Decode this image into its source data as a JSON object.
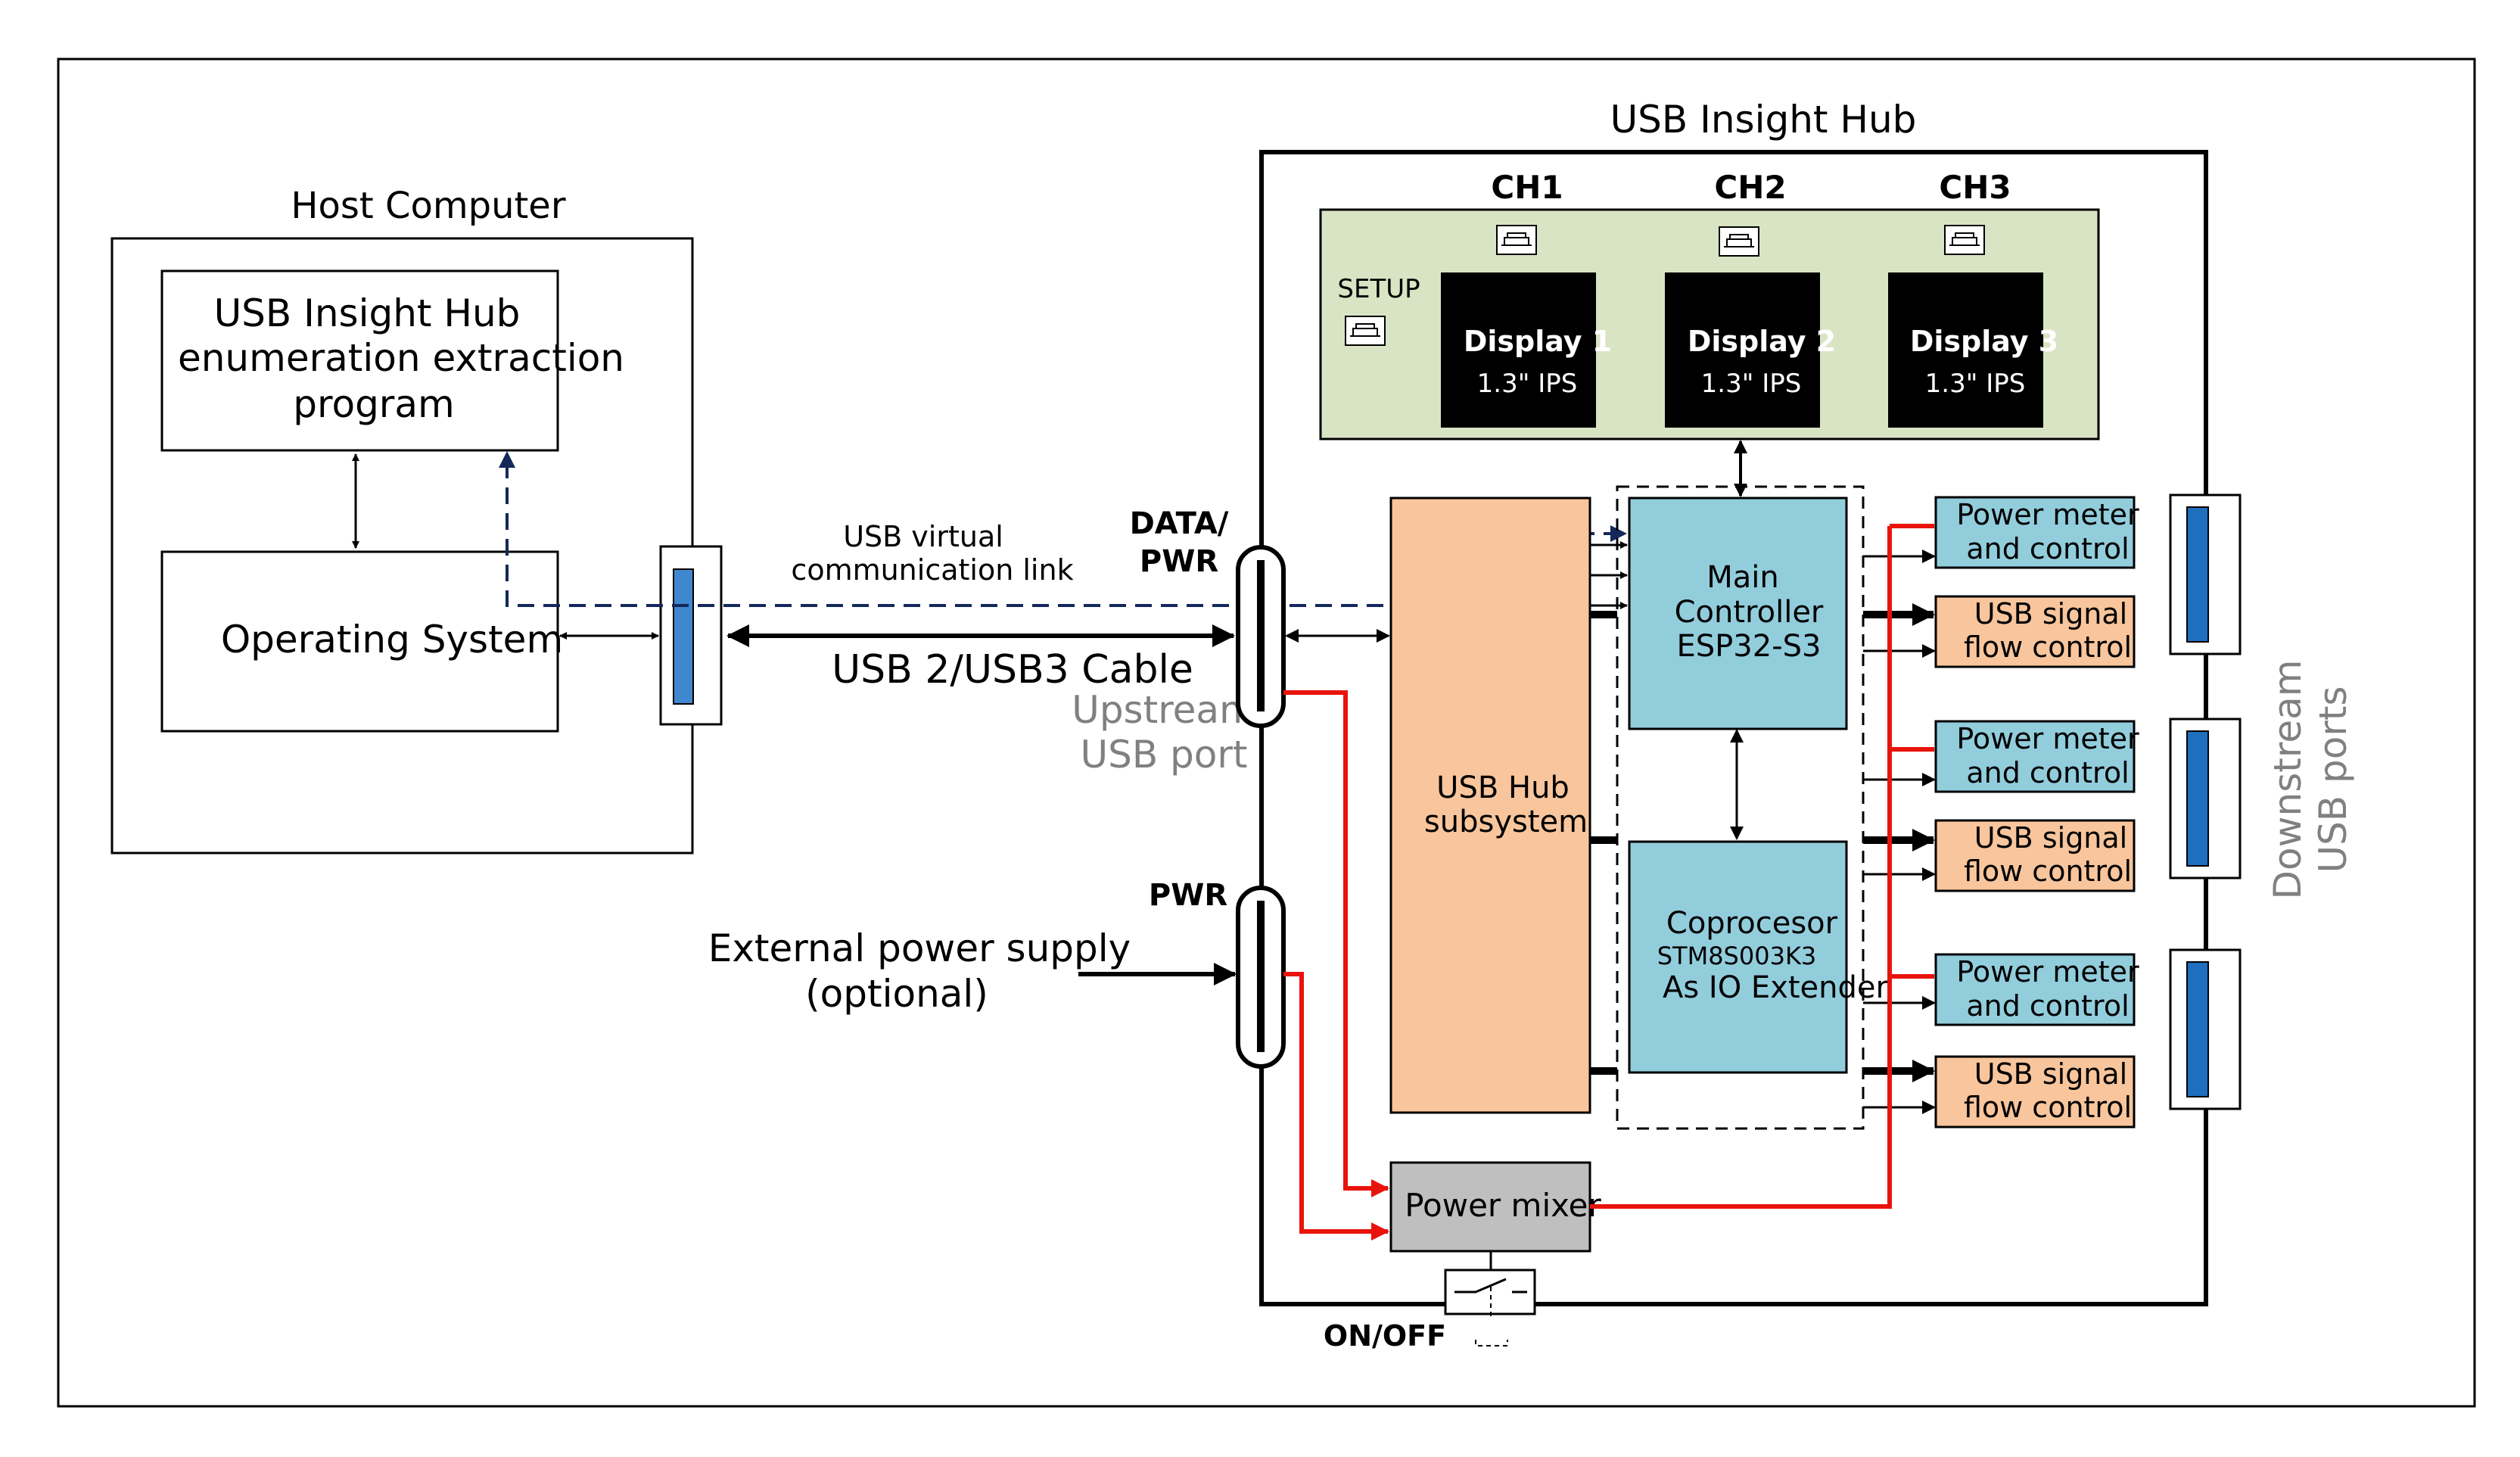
{
  "host": {
    "title": "Host Computer",
    "program_lines": [
      "USB Insight Hub",
      "enumeration extraction",
      "program"
    ],
    "os_label": "Operating System"
  },
  "link": {
    "virtual_line1": "USB virtual",
    "virtual_line2": "communication link",
    "cable_label": "USB 2/USB3 Cable",
    "upstream_line1": "Upstream",
    "upstream_line2": "USB port",
    "data_pwr_line1": "DATA/",
    "data_pwr_line2": "PWR",
    "pwr_label": "PWR",
    "ext_line1": "External power supply",
    "ext_line2": "(optional)"
  },
  "hub": {
    "title": "USB Insight Hub",
    "channels": [
      "CH1",
      "CH2",
      "CH3"
    ],
    "setup_label": "SETUP",
    "displays": [
      {
        "name": "Display 1",
        "spec": "1.3\" IPS"
      },
      {
        "name": "Display 2",
        "spec": "1.3\" IPS"
      },
      {
        "name": "Display 3",
        "spec": "1.3\" IPS"
      }
    ],
    "hub_subsystem_lines": [
      "USB Hub",
      "subsystem"
    ],
    "main_controller_lines": [
      "Main",
      "Controller",
      "ESP32-S3"
    ],
    "coprocessor_lines": [
      "Coprocesor",
      "STM8S003K3",
      "As IO Extender"
    ],
    "power_mixer": "Power mixer",
    "onoff_label": "ON/OFF",
    "power_meter_lines": [
      "Power meter",
      "and control"
    ],
    "signal_flow_lines": [
      "USB signal",
      "flow control"
    ],
    "downstream_line1": "Downstream",
    "downstream_line2": "USB ports"
  },
  "colors": {
    "display_panel": "#d9e4c4",
    "hub_subsystem": "#f8c59c",
    "controller": "#92cddc",
    "power_meter": "#92cddc",
    "signal_flow": "#f8c59c",
    "power_mixer": "#bfbfbf",
    "port_blue": "#1f6fbf",
    "host_port_blue": "#3f88d0",
    "power_line": "#e8140c",
    "virtual_link": "#14285a"
  }
}
